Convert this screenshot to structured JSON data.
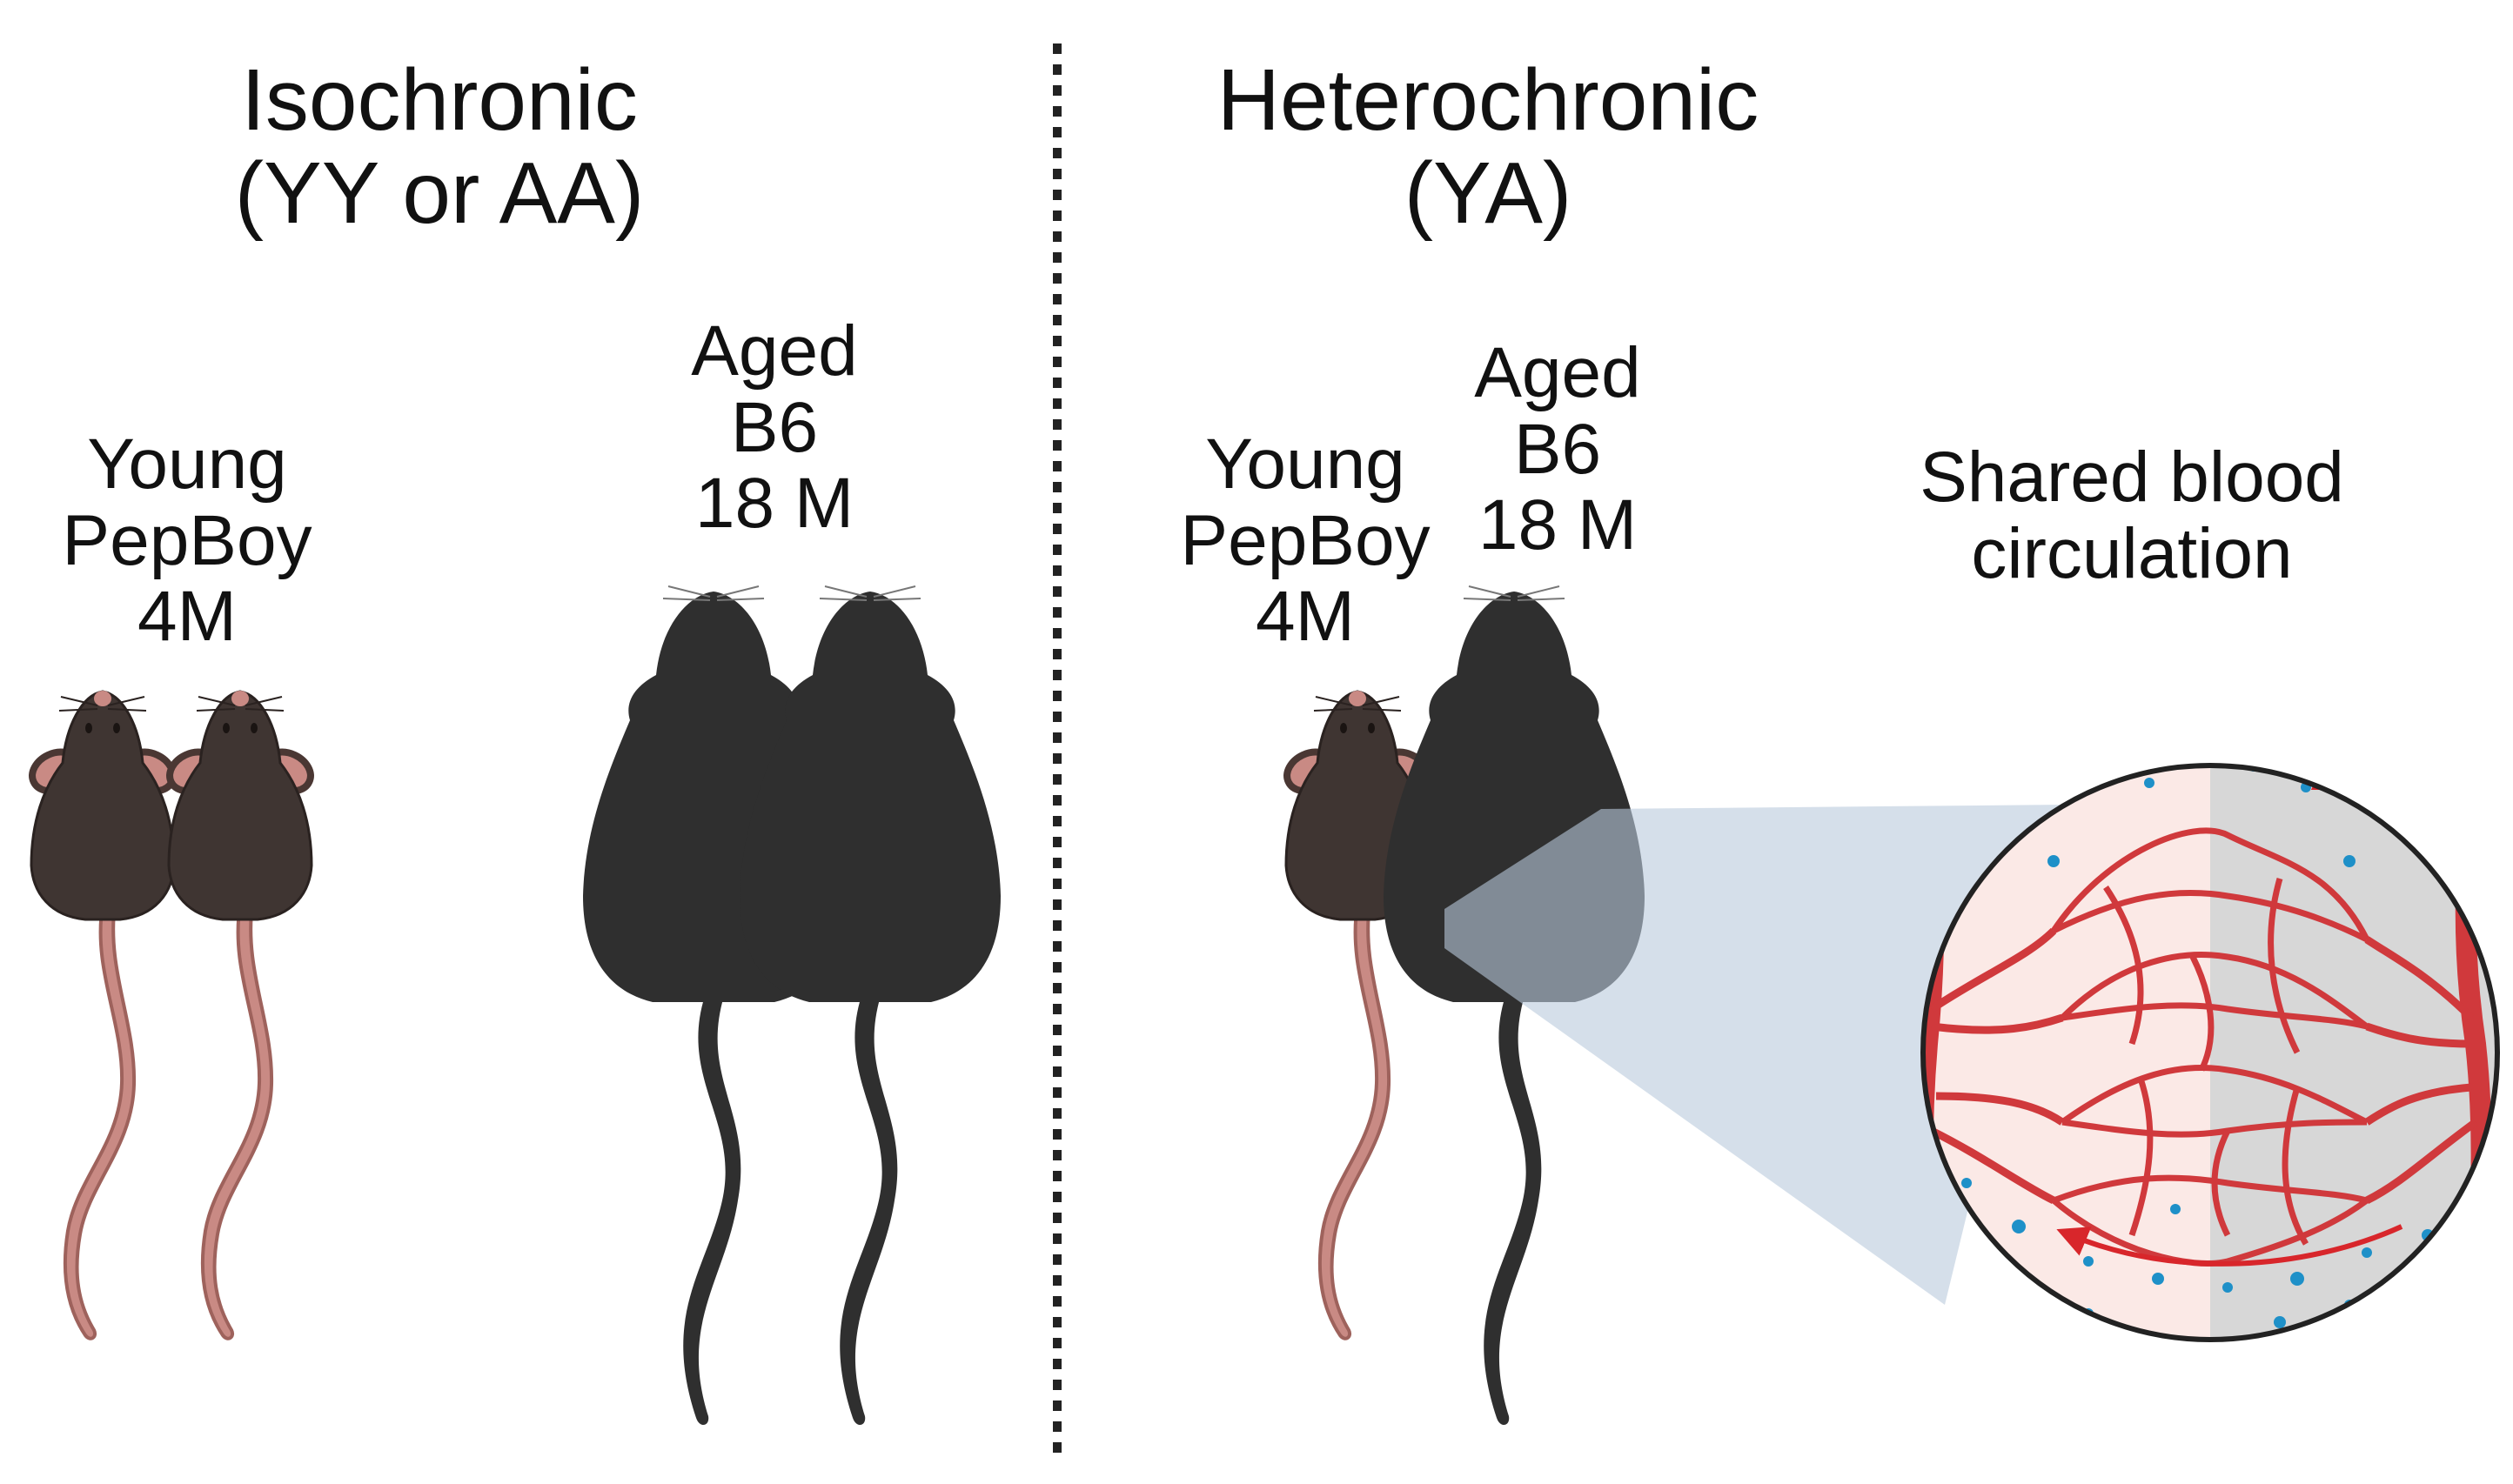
{
  "panels": {
    "isochronic": {
      "title_line1": "Isochronic",
      "title_line2": "(YY or AA)",
      "young": {
        "line1": "Young",
        "line2": "PepBoy",
        "line3": "4M"
      },
      "aged": {
        "line1": "Aged",
        "line2": "B6",
        "line3": "18 M"
      }
    },
    "heterochronic": {
      "title_line1": "Heterochronic",
      "title_line2": "(YA)",
      "young": {
        "line1": "Young",
        "line2": "PepBoy",
        "line3": "4M"
      },
      "aged": {
        "line1": "Aged",
        "line2": "B6",
        "line3": "18 M"
      },
      "inset_label_line1": "Shared blood",
      "inset_label_line2": "circulation"
    }
  },
  "colors": {
    "young_mouse_body": "#3f3532",
    "young_mouse_pink": "#c98a84",
    "aged_mouse_body": "#2f2f2f",
    "vessel_red": "#d0393c",
    "particle_blue": "#1e90c8",
    "overlay_blue": "#b9c9dc"
  },
  "icons": [
    "young-mouse-icon",
    "aged-mouse-icon",
    "blood-vessel-icon",
    "circulation-arrow-icon"
  ]
}
